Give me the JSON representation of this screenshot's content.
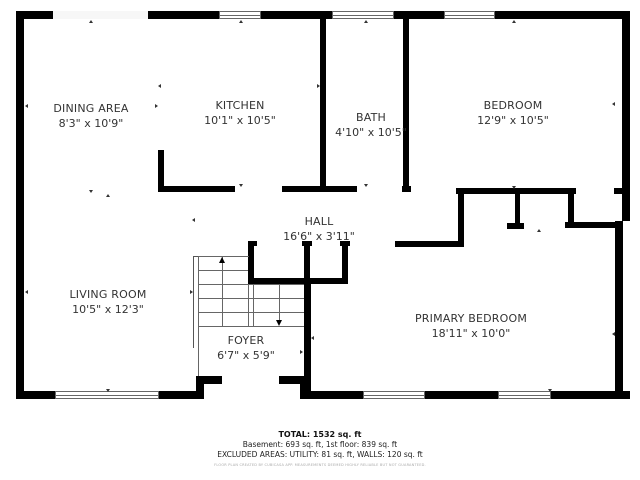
{
  "plan": {
    "rooms": [
      {
        "id": "dining",
        "name": "DINING AREA",
        "dims": "8'3\" x 10'9\""
      },
      {
        "id": "kitchen",
        "name": "KITCHEN",
        "dims": "10'1\" x 10'5\""
      },
      {
        "id": "bath",
        "name": "BATH",
        "dims": "4'10\" x 10'5\""
      },
      {
        "id": "bedroom",
        "name": "BEDROOM",
        "dims": "12'9\" x 10'5\""
      },
      {
        "id": "hall",
        "name": "HALL",
        "dims": "16'6\" x 3'11\""
      },
      {
        "id": "living",
        "name": "LIVING ROOM",
        "dims": "10'5\" x 12'3\""
      },
      {
        "id": "primary",
        "name": "PRIMARY BEDROOM",
        "dims": "18'11\" x 10'0\""
      },
      {
        "id": "foyer",
        "name": "FOYER",
        "dims": "6'7\" x 5'9\""
      }
    ],
    "colors": {
      "wall": "#000000",
      "background": "#ffffff",
      "text": "#333333"
    }
  },
  "footer": {
    "total": "TOTAL: 1532 sq. ft",
    "levels": "Basement: 693 sq. ft, 1st floor: 839 sq. ft",
    "excluded": "EXCLUDED AREAS: UTILITY: 81 sq. ft, WALLS: 120 sq. ft",
    "fine_print": "FLOOR PLAN CREATED BY CUBICASA APP. MEASUREMENTS DEEMED HIGHLY RELIABLE BUT NOT GUARANTEED."
  }
}
